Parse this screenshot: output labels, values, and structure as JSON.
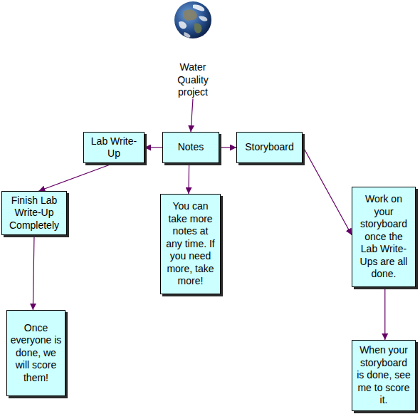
{
  "diagram": {
    "nodes": [
      {
        "text": [
          "Water Quality project"
        ]
      },
      {
        "text": [
          "Lab Write-Up"
        ]
      },
      {
        "text": [
          "Notes"
        ]
      },
      {
        "text": [
          "Storyboard"
        ]
      },
      {
        "text": [
          "Finish Lab Write-Up Completely"
        ]
      },
      {
        "text": [
          "You can take more notes at any time. If you need more, take more!"
        ]
      },
      {
        "text": [
          "Work on your storyboard once the Lab Write-Ups are all done."
        ]
      },
      {
        "text": [
          "Once everyone is done, we will score them!"
        ]
      },
      {
        "text": [
          "When your storyboard is done, see me to score it."
        ]
      }
    ],
    "edges": [
      {
        "from": 0,
        "to": 2,
        "arrow": "to"
      },
      {
        "from": 2,
        "to": 1,
        "arrow": "to"
      },
      {
        "from": 2,
        "to": 3,
        "arrow": "to"
      },
      {
        "from": 1,
        "to": 4,
        "arrow": "to"
      },
      {
        "from": 2,
        "to": 5,
        "arrow": "to"
      },
      {
        "from": 3,
        "to": 6,
        "arrow": "to"
      },
      {
        "from": 4,
        "to": 7,
        "arrow": "to"
      },
      {
        "from": 6,
        "to": 8,
        "arrow": "to"
      }
    ]
  }
}
